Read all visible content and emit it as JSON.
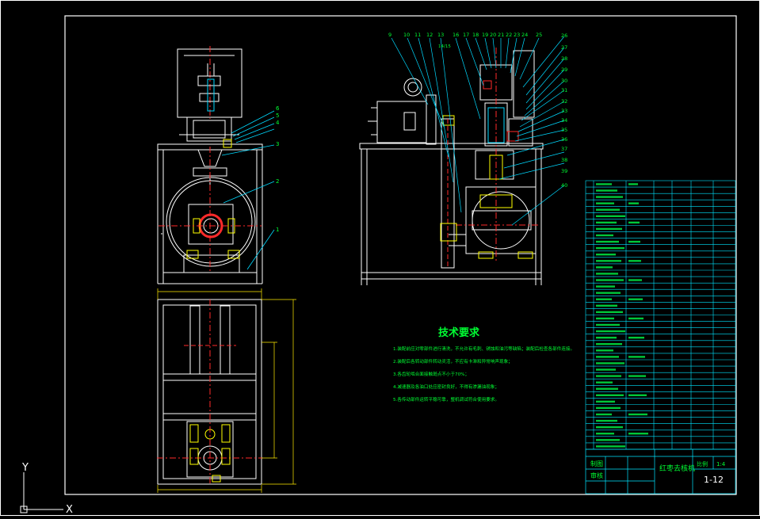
{
  "drawing": {
    "title_block": {
      "drawn_label": "制图",
      "review_label": "审核",
      "name": "红枣去核机",
      "scale_label": "比例",
      "scale_value": "1:4",
      "drawing_no": "1-12"
    },
    "tech_requirements": {
      "heading": "技术要求",
      "lines": [
        "1.装配前应对零部件进行清洗，不允许有毛刺、锈蚀和油污等缺陷；装配后检查各部件连接。",
        "2.装配后各转动部件转动灵活，不应有卡滞和异常响声现象；",
        "3.各齿轮啮合面接触斑点不小于70%；",
        "4.减速器及各油口处应密封良好，不得有渗漏油现象；",
        "5.各传动部件运转平稳可靠，整机调试符合使用要求。"
      ]
    },
    "part_numbers_left": [
      "6",
      "5",
      "4",
      "3",
      "2",
      "1"
    ],
    "part_numbers_top": [
      "9",
      "10",
      "11",
      "12",
      "13",
      "16",
      "17",
      "18",
      "19",
      "20",
      "21",
      "22",
      "23",
      "24",
      "25",
      "26"
    ],
    "part_numbers_right": [
      "27",
      "28",
      "29",
      "30",
      "31",
      "32",
      "33",
      "34",
      "35",
      "36",
      "37",
      "38",
      "39",
      "40"
    ],
    "part_extra_label": "14/15",
    "ucs": {
      "y_label": "Y",
      "x_label": "X"
    },
    "colors": {
      "background": "#000000",
      "outline": "#ffffff",
      "table": "#00e5ff",
      "text": "#00ff33",
      "centerline": "#ff2a2a",
      "leader": "#00d9ff",
      "part": "#ffff00",
      "dimension": "#ffea00"
    }
  }
}
